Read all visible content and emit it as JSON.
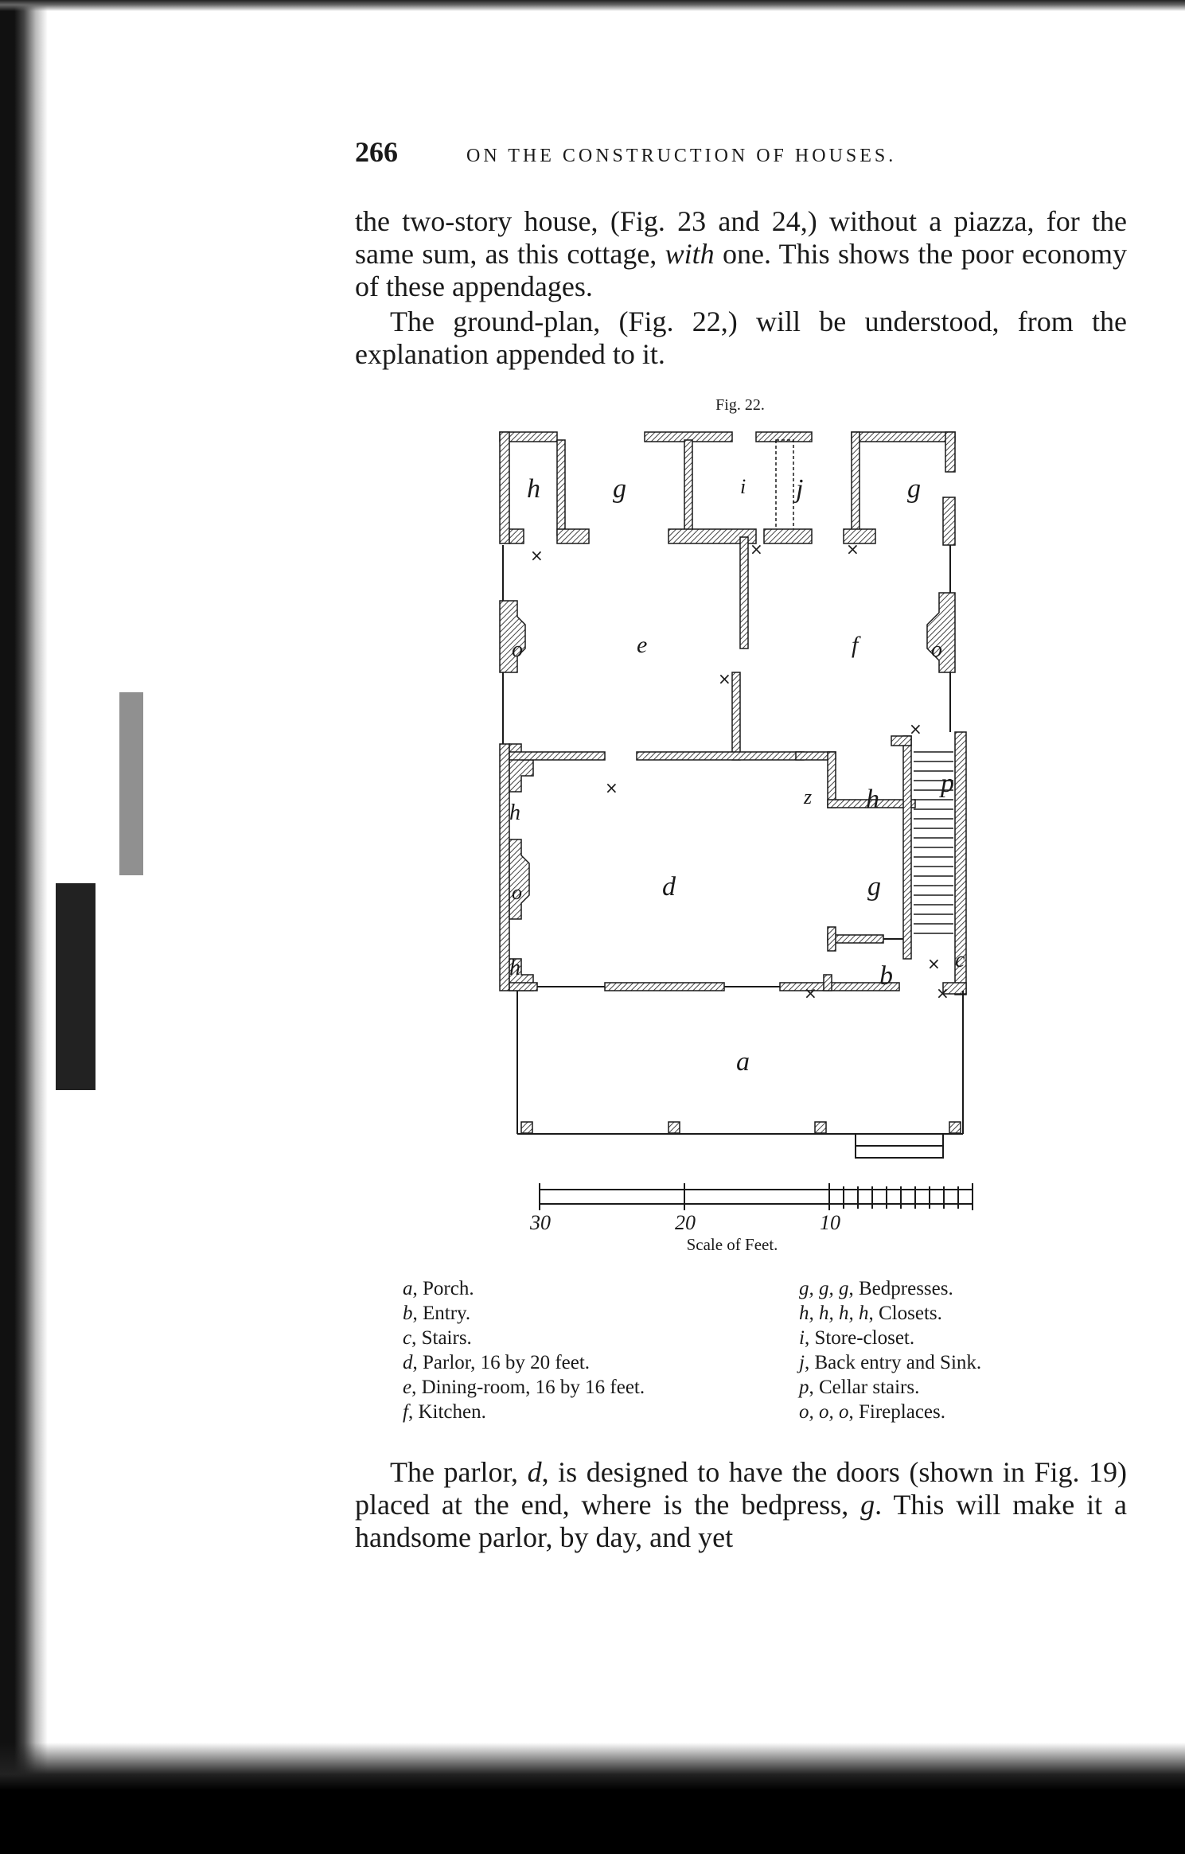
{
  "header": {
    "page_number": "266",
    "running_head": "ON THE CONSTRUCTION OF HOUSES."
  },
  "paragraphs": {
    "p1_a": "the two-story house, (Fig. 23 and 24,) without a piazza, for the same sum, as this cottage, ",
    "p1_em": "with",
    "p1_b": " one. This shows the poor economy of these appendages.",
    "p2": "The ground-plan, (Fig. 22,) will be understood, from the explanation appended to it.",
    "p3_a": "The parlor, ",
    "p3_em1": "d",
    "p3_b": ", is designed to have the doors (shown in Fig. 19) placed at the end, where is the bedpress, ",
    "p3_em2": "g",
    "p3_c": ". This will make it a handsome parlor, by day, and yet"
  },
  "figure": {
    "caption": "Fig. 22.",
    "room_letters": {
      "h_top_left": "h",
      "g_top_left": "g",
      "i": "i",
      "j": "j",
      "g_top_right": "g",
      "o_left": "o",
      "e": "e",
      "f": "f",
      "o_right": "o",
      "z": "z",
      "h_mid": "h",
      "p": "p",
      "h_left_upper": "h",
      "o_left_lower": "o",
      "d": "d",
      "g_mid": "g",
      "c": "c",
      "h_left_lower": "h",
      "b": "b",
      "a": "a"
    },
    "marker": "×",
    "scale": {
      "labels": [
        "30",
        "20",
        "10"
      ],
      "title": "Scale of Feet."
    }
  },
  "legend": {
    "left": [
      {
        "key": "a",
        "text": ", Porch."
      },
      {
        "key": "b",
        "text": ", Entry."
      },
      {
        "key": "c",
        "text": ", Stairs."
      },
      {
        "key": "d",
        "text": ", Parlor, 16 by 20 feet."
      },
      {
        "key": "e",
        "text": ", Dining-room, 16 by 16 feet."
      },
      {
        "key": "f",
        "text": ", Kitchen."
      }
    ],
    "right": [
      {
        "key": "g, g, g",
        "text": ", Bedpresses."
      },
      {
        "key": "h, h, h, h",
        "text": ", Closets."
      },
      {
        "key": "i",
        "text": ", Store-closet."
      },
      {
        "key": "j",
        "text": ", Back entry and Sink."
      },
      {
        "key": "p",
        "text": ", Cellar stairs."
      },
      {
        "key": "o, o, o",
        "text": ", Fireplaces."
      }
    ]
  },
  "colors": {
    "ink": "#1a1a1a",
    "wall_hatch": "#555555",
    "paper": "#ffffff"
  }
}
